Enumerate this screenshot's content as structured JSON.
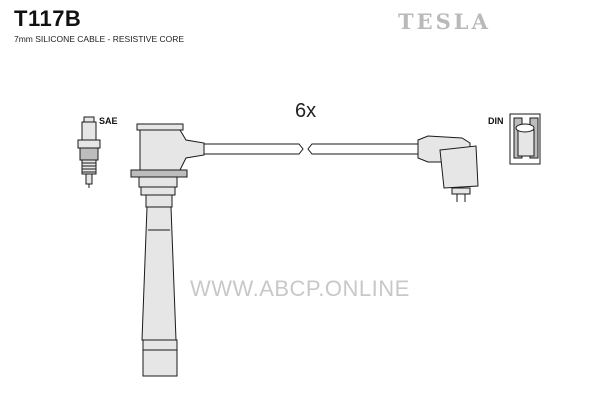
{
  "header": {
    "part_number": "T117B",
    "description": "7mm SILICONE CABLE - RESISTIVE CORE",
    "brand_logo": "TESLA"
  },
  "diagram": {
    "quantity_label": "6x",
    "left_connector_label": "SAE",
    "right_connector_label": "DIN"
  },
  "watermark": "WWW.ABCP.ONLINE",
  "colors": {
    "outline": "#1a1a1a",
    "fill": "#e6e6e6",
    "fill_dark": "#bdbdbd",
    "logo": "#b9b9b9",
    "watermark": "#c8c8c8"
  }
}
